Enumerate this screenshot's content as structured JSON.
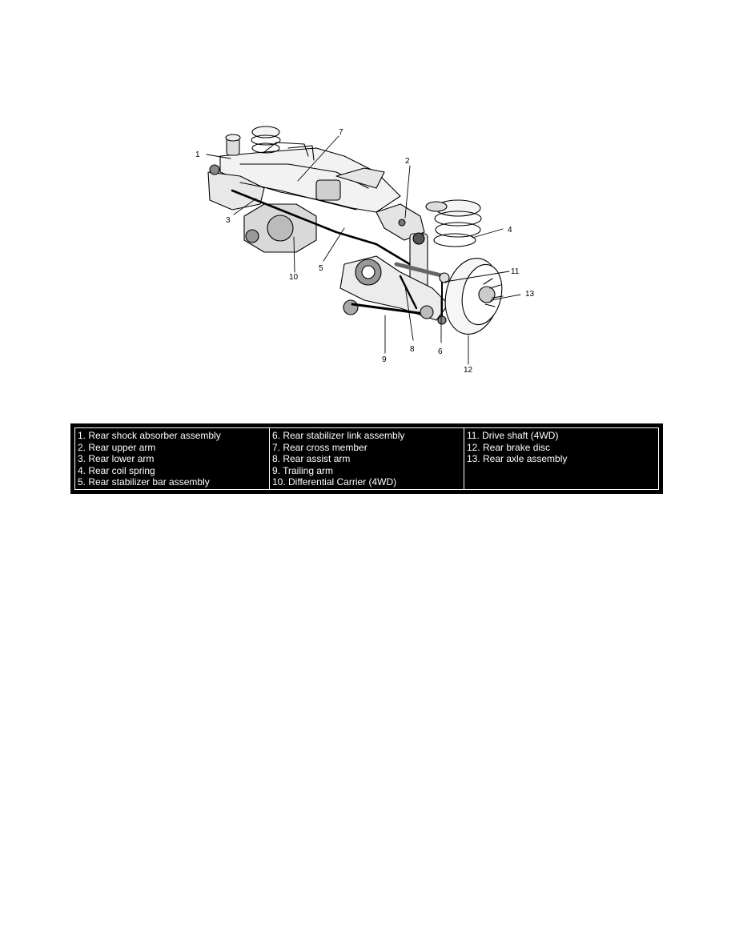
{
  "diagram": {
    "callouts": [
      "1",
      "2",
      "3",
      "4",
      "5",
      "6",
      "7",
      "8",
      "9",
      "10",
      "11",
      "12",
      "13"
    ]
  },
  "legend": {
    "columns": [
      [
        "1. Rear shock absorber assembly",
        "2. Rear upper arm",
        "3. Rear lower arm",
        "4. Rear coil spring",
        "5. Rear stabilizer bar assembly"
      ],
      [
        "6. Rear stabilizer link assembly",
        "7. Rear cross member",
        "8. Rear assist arm",
        "9. Trailing arm",
        "10. Differential Carrier (4WD)"
      ],
      [
        "11. Drive shaft (4WD)",
        "12. Rear brake disc",
        "13. Rear axle assembly"
      ]
    ]
  }
}
